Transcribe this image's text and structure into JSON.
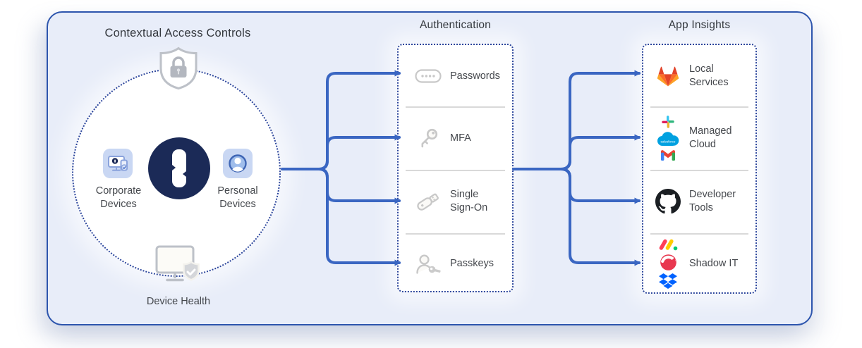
{
  "access_controls": {
    "title": "Contextual Access Controls",
    "shield_icon": "shield-lock-icon",
    "hub_logo_icon": "1password-logo",
    "devices": [
      {
        "label": "Corporate Devices",
        "icon": "corporate-devices-icon"
      },
      {
        "label": "Personal Devices",
        "icon": "personal-devices-icon"
      }
    ],
    "device_health": {
      "label": "Device Health",
      "icon": "device-health-icon"
    }
  },
  "authentication": {
    "title": "Authentication",
    "items": [
      {
        "label": "Passwords",
        "icon": "password-field-icon"
      },
      {
        "label": "MFA",
        "icon": "key-icon"
      },
      {
        "label": "Single Sign-On",
        "icon": "usb-key-icon"
      },
      {
        "label": "Passkeys",
        "icon": "passkey-icon"
      }
    ]
  },
  "app_insights": {
    "title": "App Insights",
    "items": [
      {
        "label": "Local Services",
        "icons": [
          "gitlab-icon"
        ]
      },
      {
        "label": "Managed Cloud",
        "icons": [
          "slack-icon",
          "salesforce-icon",
          "gmail-icon"
        ]
      },
      {
        "label": "Developer Tools",
        "icons": [
          "github-icon"
        ]
      },
      {
        "label": "Shadow IT",
        "icons": [
          "monday-icon",
          "red-arrow-app-icon",
          "dropbox-icon"
        ]
      }
    ]
  },
  "colors": {
    "frame_border": "#2d55ad",
    "frame_background": "#e8edf9",
    "connector_blue": "#3a66c2",
    "dotted_outline": "#2b459c",
    "navy_brand": "#1b2a57",
    "device_chip_background": "#c9d7f3",
    "gray_icon": "#c6c9cf",
    "divider": "#d9d9d9",
    "text": "#45484d"
  }
}
